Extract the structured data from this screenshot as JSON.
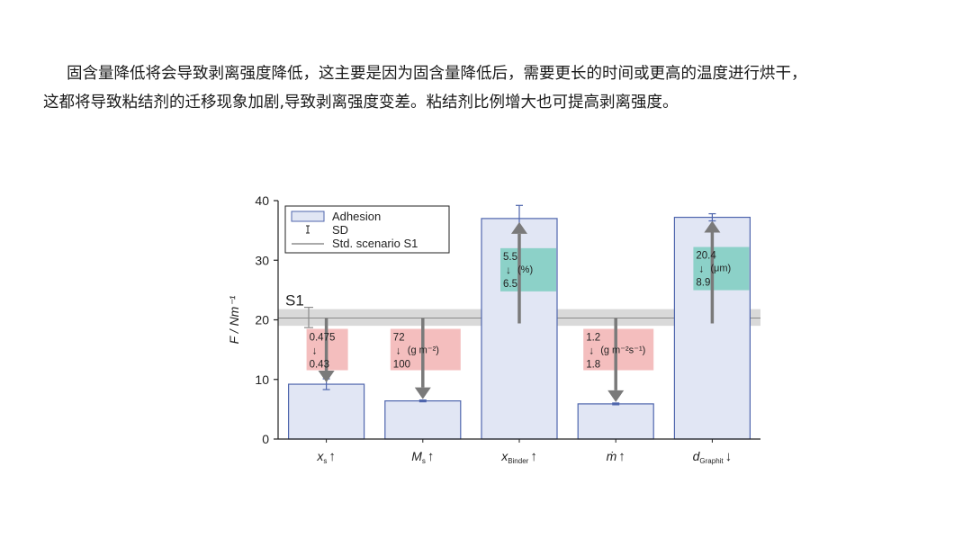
{
  "paragraph": {
    "line1": "固含量降低将会导致剥离强度降低，这主要是因为固含量降低后，需要更长的时间或更高的温度进行烘干，",
    "line2": "这都将导致粘结剂的迁移现象加剧,导致剥离强度变差。粘结剂比例增大也可提高剥离强度。"
  },
  "chart_data": {
    "type": "bar",
    "ylabel": "F / Nm⁻¹",
    "ylim": [
      0,
      40
    ],
    "yticks": [
      0,
      10,
      20,
      30,
      40
    ],
    "grid": false,
    "legend_position": "top-left",
    "legend": [
      {
        "label": "Adhesion",
        "kind": "bar"
      },
      {
        "label": "SD",
        "kind": "errorbar"
      },
      {
        "label": "Std. scenario S1",
        "kind": "line"
      }
    ],
    "reference": {
      "label": "S1",
      "value": 20.3,
      "band": [
        19.0,
        21.8
      ]
    },
    "categories": [
      {
        "main": "x",
        "sub": "s",
        "dir": "↑"
      },
      {
        "main": "M",
        "sub": "s",
        "dir": "↑"
      },
      {
        "main": "x",
        "sub": "Binder",
        "dir": "↑"
      },
      {
        "main": "ṁ",
        "sub": "",
        "dir": "↑"
      },
      {
        "main": "d",
        "sub": "Graphit",
        "dir": "↓"
      }
    ],
    "series": [
      {
        "name": "Adhesion",
        "values": [
          9.2,
          6.4,
          37.0,
          5.9,
          37.2
        ],
        "sd": [
          0.9,
          0.15,
          2.2,
          0.15,
          0.6
        ]
      }
    ],
    "annotations": [
      {
        "top": "0.475",
        "bottom": "0.43",
        "unit": "",
        "color": "red",
        "arrow": "down"
      },
      {
        "top": "72",
        "bottom": "100",
        "unit": "(g m⁻²)",
        "color": "red",
        "arrow": "down"
      },
      {
        "top": "5.5",
        "bottom": "6.5",
        "unit": "(%)",
        "color": "teal",
        "arrow": "up"
      },
      {
        "top": "1.2",
        "bottom": "1.8",
        "unit": "(g m⁻²s⁻¹)",
        "color": "red",
        "arrow": "down"
      },
      {
        "top": "20.4",
        "bottom": "8.9",
        "unit": "(μm)",
        "color": "teal",
        "arrow": "up"
      }
    ],
    "colors": {
      "bar_fill": "#e1e6f4",
      "bar_stroke": "#4f66ad",
      "errorbar": "#4f66ad",
      "band": "#cfcfcf",
      "red_box": "#f2b3b3",
      "teal_box": "#7ccdbf",
      "arrow": "#7a7a7a"
    }
  }
}
